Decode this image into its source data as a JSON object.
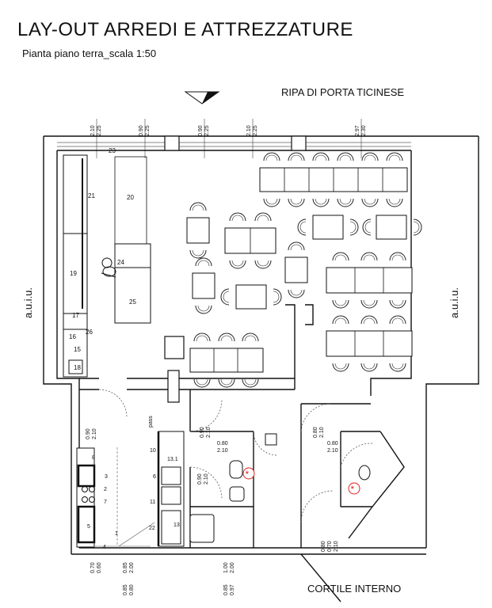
{
  "header": {
    "title": "LAY-OUT ARREDI E ATTREZZATURE",
    "subtitle": "Pianta piano terra_scala 1:50"
  },
  "streets": {
    "north": "RIPA DI PORTA TICINESE",
    "south": "CORTILE INTERNO",
    "west": "a.u.i.u.",
    "east": "a.u.i.u."
  },
  "top_dimensions": [
    [
      "2.10",
      "2.25"
    ],
    [
      "0.90",
      "2.25"
    ],
    [
      "0.90",
      "2.25"
    ],
    [
      "2.10",
      "2.25"
    ],
    [
      "2.97",
      "2.30"
    ]
  ],
  "door_dimensions": [
    [
      "0.90",
      "2.10"
    ],
    [
      "0.90",
      "2.10"
    ],
    [
      "0.80",
      "2.10"
    ],
    [
      "0.80",
      "2.10"
    ],
    [
      "0.90",
      "2.10"
    ],
    [
      "0.80",
      "2.10"
    ],
    [
      "0.80",
      "0.70",
      "2.10"
    ]
  ],
  "bottom_dimensions": [
    [
      "0.70",
      "0.60"
    ],
    [
      "0.85",
      "2.00"
    ],
    [
      "0.85",
      "0.80"
    ],
    [
      "1.00",
      "2.00"
    ],
    [
      "0.85",
      "0.97"
    ],
    [
      "0.80",
      "0.70"
    ]
  ],
  "pass_label": "pass",
  "bar_numbers": [
    "23",
    "21",
    "20",
    "24",
    "19",
    "25",
    "17",
    "26",
    "16",
    "15",
    "18"
  ],
  "kitchen_numbers": [
    "10",
    "13.1",
    "6",
    "11",
    "22",
    "13",
    "8",
    "3",
    "2",
    "7",
    "5",
    "1",
    "4"
  ]
}
